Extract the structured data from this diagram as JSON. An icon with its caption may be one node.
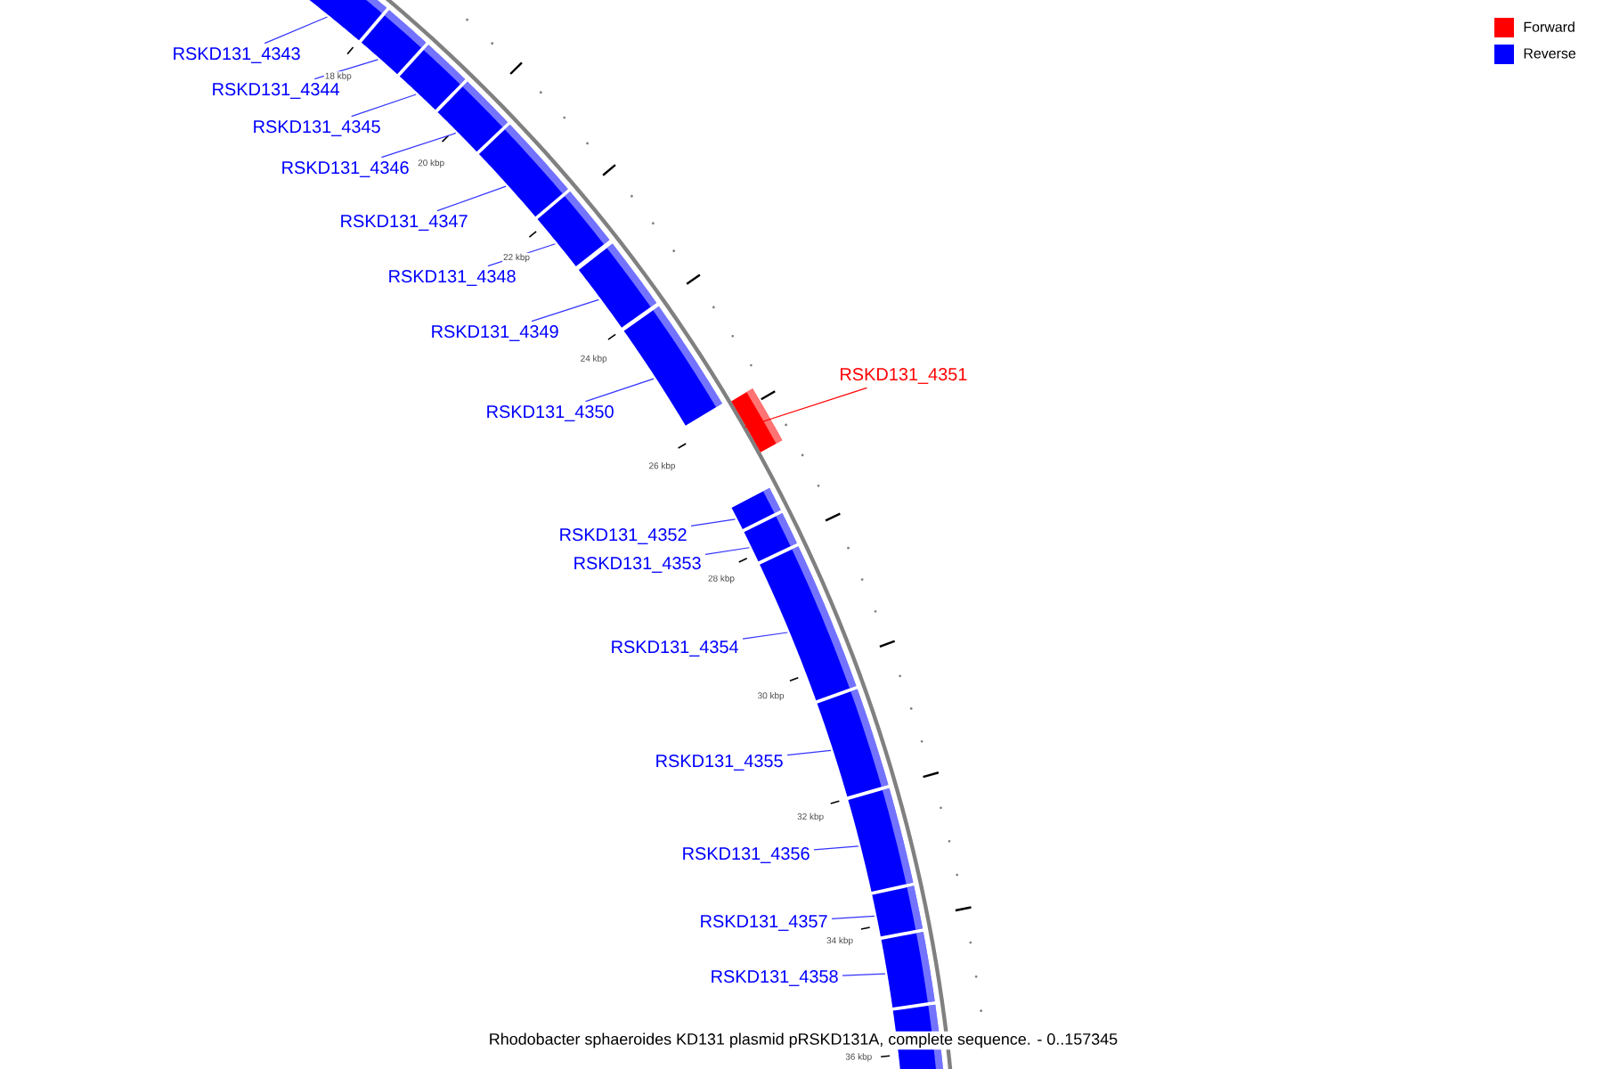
{
  "diagram": {
    "caption": "Rhodobacter sphaeroides KD131 plasmid pRSKD131A, complete sequence. - 0..157345",
    "nodes": [
      {
        "text": [
          "RSKD131_4343"
        ]
      },
      {
        "text": [],
        "shape": "bar"
      },
      {
        "text": [
          "RSKD131_4344"
        ]
      },
      {
        "text": [],
        "shape": "bar"
      },
      {
        "text": [
          "RSKD131_4345"
        ]
      },
      {
        "text": [],
        "shape": "bar"
      },
      {
        "text": [
          "RSKD131_4346"
        ]
      },
      {
        "text": [],
        "shape": "bar"
      },
      {
        "text": [
          "RSKD131_4347"
        ]
      },
      {
        "text": [],
        "shape": "bar"
      },
      {
        "text": [
          "RSKD131_4348"
        ]
      },
      {
        "text": [],
        "shape": "bar"
      },
      {
        "text": [
          "RSKD131_4349"
        ]
      },
      {
        "text": [],
        "shape": "bar"
      },
      {
        "text": [
          "RSKD131_4350"
        ]
      },
      {
        "text": [],
        "shape": "bar"
      },
      {
        "text": [
          "RSKD131_4351"
        ]
      },
      {
        "text": [],
        "shape": "bar"
      },
      {
        "text": [
          "RSKD131_4352"
        ]
      },
      {
        "text": [],
        "shape": "bar"
      },
      {
        "text": [
          "RSKD131_4353"
        ]
      },
      {
        "text": [],
        "shape": "bar"
      },
      {
        "text": [
          "RSKD131_4354"
        ]
      },
      {
        "text": [],
        "shape": "bar"
      },
      {
        "text": [
          "RSKD131_4355"
        ]
      },
      {
        "text": [],
        "shape": "bar"
      },
      {
        "text": [
          "RSKD131_4356"
        ]
      },
      {
        "text": [],
        "shape": "bar"
      },
      {
        "text": [
          "RSKD131_4357"
        ]
      },
      {
        "text": [],
        "shape": "bar"
      },
      {
        "text": [
          "RSKD131_4358"
        ]
      },
      {
        "text": [],
        "shape": "bar"
      },
      {
        "text": [],
        "shape": "bar"
      }
    ],
    "edges": [
      {
        "from": 0,
        "to": 1,
        "arrow": "none"
      },
      {
        "from": 2,
        "to": 3,
        "arrow": "none"
      },
      {
        "from": 4,
        "to": 5,
        "arrow": "none"
      },
      {
        "from": 6,
        "to": 7,
        "arrow": "none"
      },
      {
        "from": 8,
        "to": 9,
        "arrow": "none"
      },
      {
        "from": 10,
        "to": 11,
        "arrow": "none"
      },
      {
        "from": 12,
        "to": 13,
        "arrow": "none"
      },
      {
        "from": 14,
        "to": 15,
        "arrow": "none"
      },
      {
        "from": 16,
        "to": 17,
        "arrow": "none",
        "color": "#ff0000"
      },
      {
        "from": 18,
        "to": 19,
        "arrow": "none"
      },
      {
        "from": 20,
        "to": 21,
        "arrow": "none"
      },
      {
        "from": 22,
        "to": 23,
        "arrow": "none"
      },
      {
        "from": 24,
        "to": 25,
        "arrow": "none"
      },
      {
        "from": 26,
        "to": 27,
        "arrow": "none"
      },
      {
        "from": 28,
        "to": 29,
        "arrow": "none"
      },
      {
        "from": 30,
        "to": 31,
        "arrow": "none"
      }
    ],
    "labels": [
      "18 kbp",
      "20 kbp",
      "22 kbp",
      "24 kbp",
      "26 kbp",
      "28 kbp",
      "30 kbp",
      "32 kbp",
      "34 kbp",
      "36 kbp"
    ],
    "legend": [
      {
        "text": "Forward",
        "color": "#ff0000"
      },
      {
        "text": "Reverse",
        "color": "#0000ff"
      }
    ]
  }
}
